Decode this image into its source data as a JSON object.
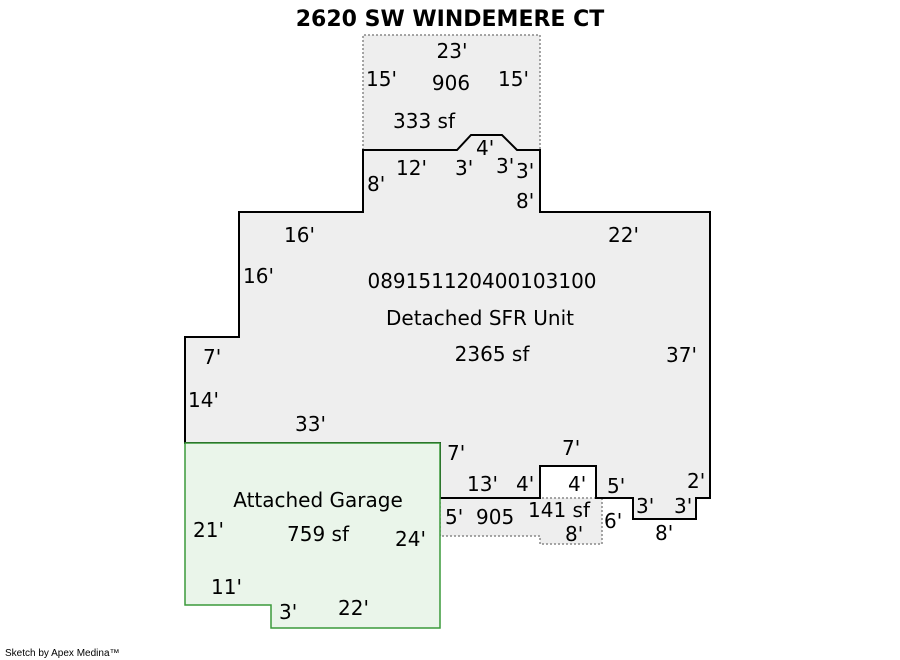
{
  "title": "2620 SW WINDEMERE CT",
  "credit": "Sketch by Apex Medina™",
  "colors": {
    "main_fill": "#eeeeee",
    "main_stroke": "#000000",
    "garage_fill": "#eaf5ea",
    "garage_stroke": "#3a9a3a",
    "dotted_stroke": "#888888"
  },
  "areas": {
    "main": {
      "name": "Detached SFR Unit",
      "sf": "2365 sf"
    },
    "garage": {
      "name": "Attached Garage",
      "sf": "759 sf"
    },
    "area906": {
      "code": "906",
      "sf": "333 sf"
    },
    "area905": {
      "code": "905",
      "sf": "141 sf"
    }
  },
  "parcel_id": "089151120400103100",
  "dims": {
    "d906_top": "23'",
    "d906_left": "15'",
    "d906_right": "15'",
    "m12": "12'",
    "m8a": "8'",
    "m3a": "3'",
    "m4a": "4'",
    "m3b": "3'",
    "m3c": "3'",
    "m8b": "8'",
    "m16a": "16'",
    "m16b": "16'",
    "m22": "22'",
    "m7a": "7'",
    "m14": "14'",
    "m37": "37'",
    "m33": "33'",
    "m7b": "7'",
    "m7c": "7'",
    "m13": "13'",
    "m4b": "4'",
    "m4c": "4'",
    "m5a": "5'",
    "m2": "2'",
    "m3d": "3'",
    "m3e": "3'",
    "m8c": "8'",
    "a905_5": "5'",
    "a905_8": "8'",
    "a905_6": "6'",
    "g21": "21'",
    "g24": "24'",
    "g11": "11'",
    "g3": "3'",
    "g22": "22'"
  }
}
